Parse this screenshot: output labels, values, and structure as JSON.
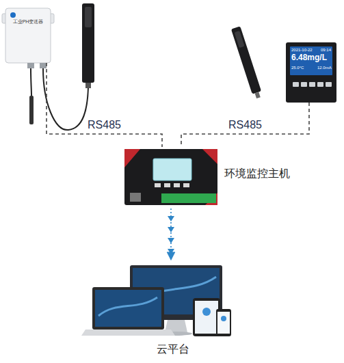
{
  "diagram": {
    "nodes": [
      {
        "text": [
          "工业PH变送器"
        ]
      },
      {
        "text": [
          "2021-10-22",
          "09:14",
          "6.48mg/L",
          "25.0°C",
          "12.0mA"
        ]
      },
      {
        "text": [
          "环境监控主机"
        ]
      },
      {
        "text": [
          "云平台"
        ]
      }
    ],
    "edges": [
      {
        "from": 0,
        "to": 2,
        "label": "RS485",
        "arrow": "none"
      },
      {
        "from": 1,
        "to": 2,
        "label": "RS485",
        "arrow": "none"
      },
      {
        "from": 2,
        "to": 3,
        "arrow": "to"
      }
    ]
  }
}
